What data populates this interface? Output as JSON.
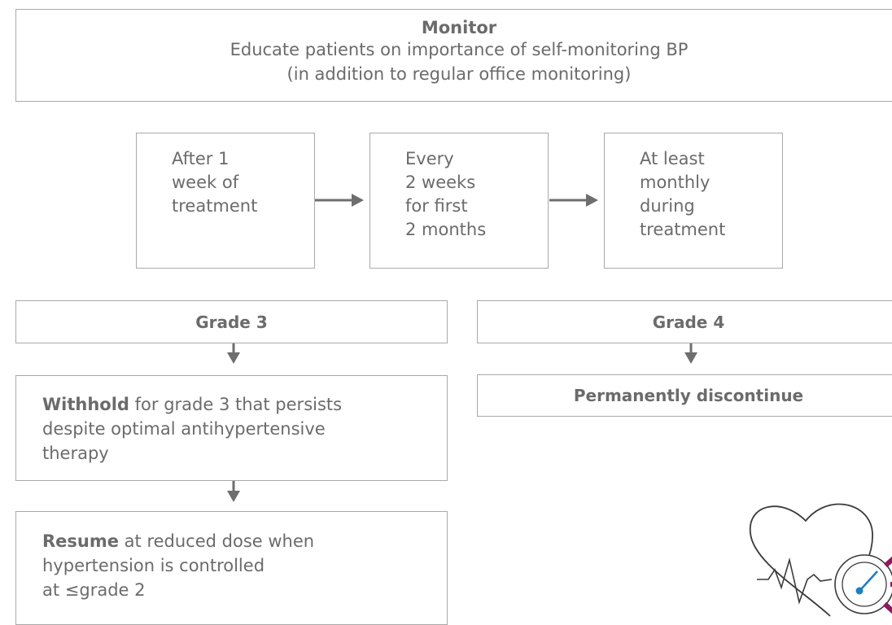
{
  "monitor": {
    "title": "Monitor",
    "line1": "Educate patients on importance of self-monitoring BP",
    "line2": "(in addition to regular office monitoring)"
  },
  "steps": [
    {
      "lines": [
        "After 1",
        "week of",
        "treatment"
      ]
    },
    {
      "lines": [
        "Every",
        "2 weeks",
        "for first",
        "2 months"
      ]
    },
    {
      "lines": [
        "At least",
        "monthly",
        "during",
        "treatment"
      ]
    }
  ],
  "grade3": {
    "title": "Grade 3",
    "withhold_bold": "Withhold",
    "withhold_lines": [
      " for grade 3 that persists",
      "despite optimal antihypertensive",
      "therapy"
    ],
    "resume_bold": "Resume",
    "resume_lines": [
      " at reduced dose when",
      "hypertension is controlled",
      "at ≤grade 2"
    ]
  },
  "grade4": {
    "title": "Grade 4",
    "action": "Permanently discontinue"
  },
  "icon": {
    "name": "heart-monitor-icon"
  },
  "colors": {
    "border": "#a9a9a9",
    "text": "#6b6b6b",
    "arrow": "#6e6e6e",
    "accent_blue": "#1f7fc1",
    "accent_purple": "#8b1a5e"
  }
}
